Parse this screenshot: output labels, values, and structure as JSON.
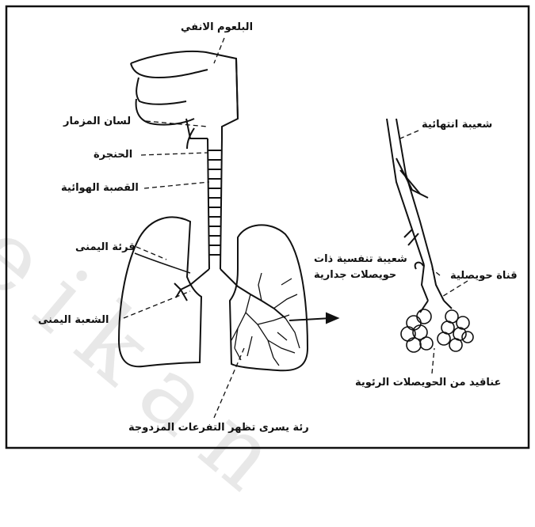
{
  "labels": {
    "pharynx": "البلعوم الانفي",
    "epiglottis": "لسان المزمار",
    "larynx": "الحنجرة",
    "trachea": "القصبة الهوائية",
    "right_lung": "قرئة اليمنى",
    "right_bronchus": "الشعبة اليمنى",
    "left_lung": "رئة يسرى تظهر التفرعات المزدوجة",
    "terminal_bronchiole": "شعيبة انتهائية",
    "respiratory_bronchiole_1": "شعيبة تنفسية ذات",
    "respiratory_bronchiole_2": "حويصلات جدارية",
    "alveolar_duct": "قناة حويصلية",
    "alveolar_sacs": "عناقيد من الحويصلات الرئوية"
  },
  "watermark": "eikan"
}
